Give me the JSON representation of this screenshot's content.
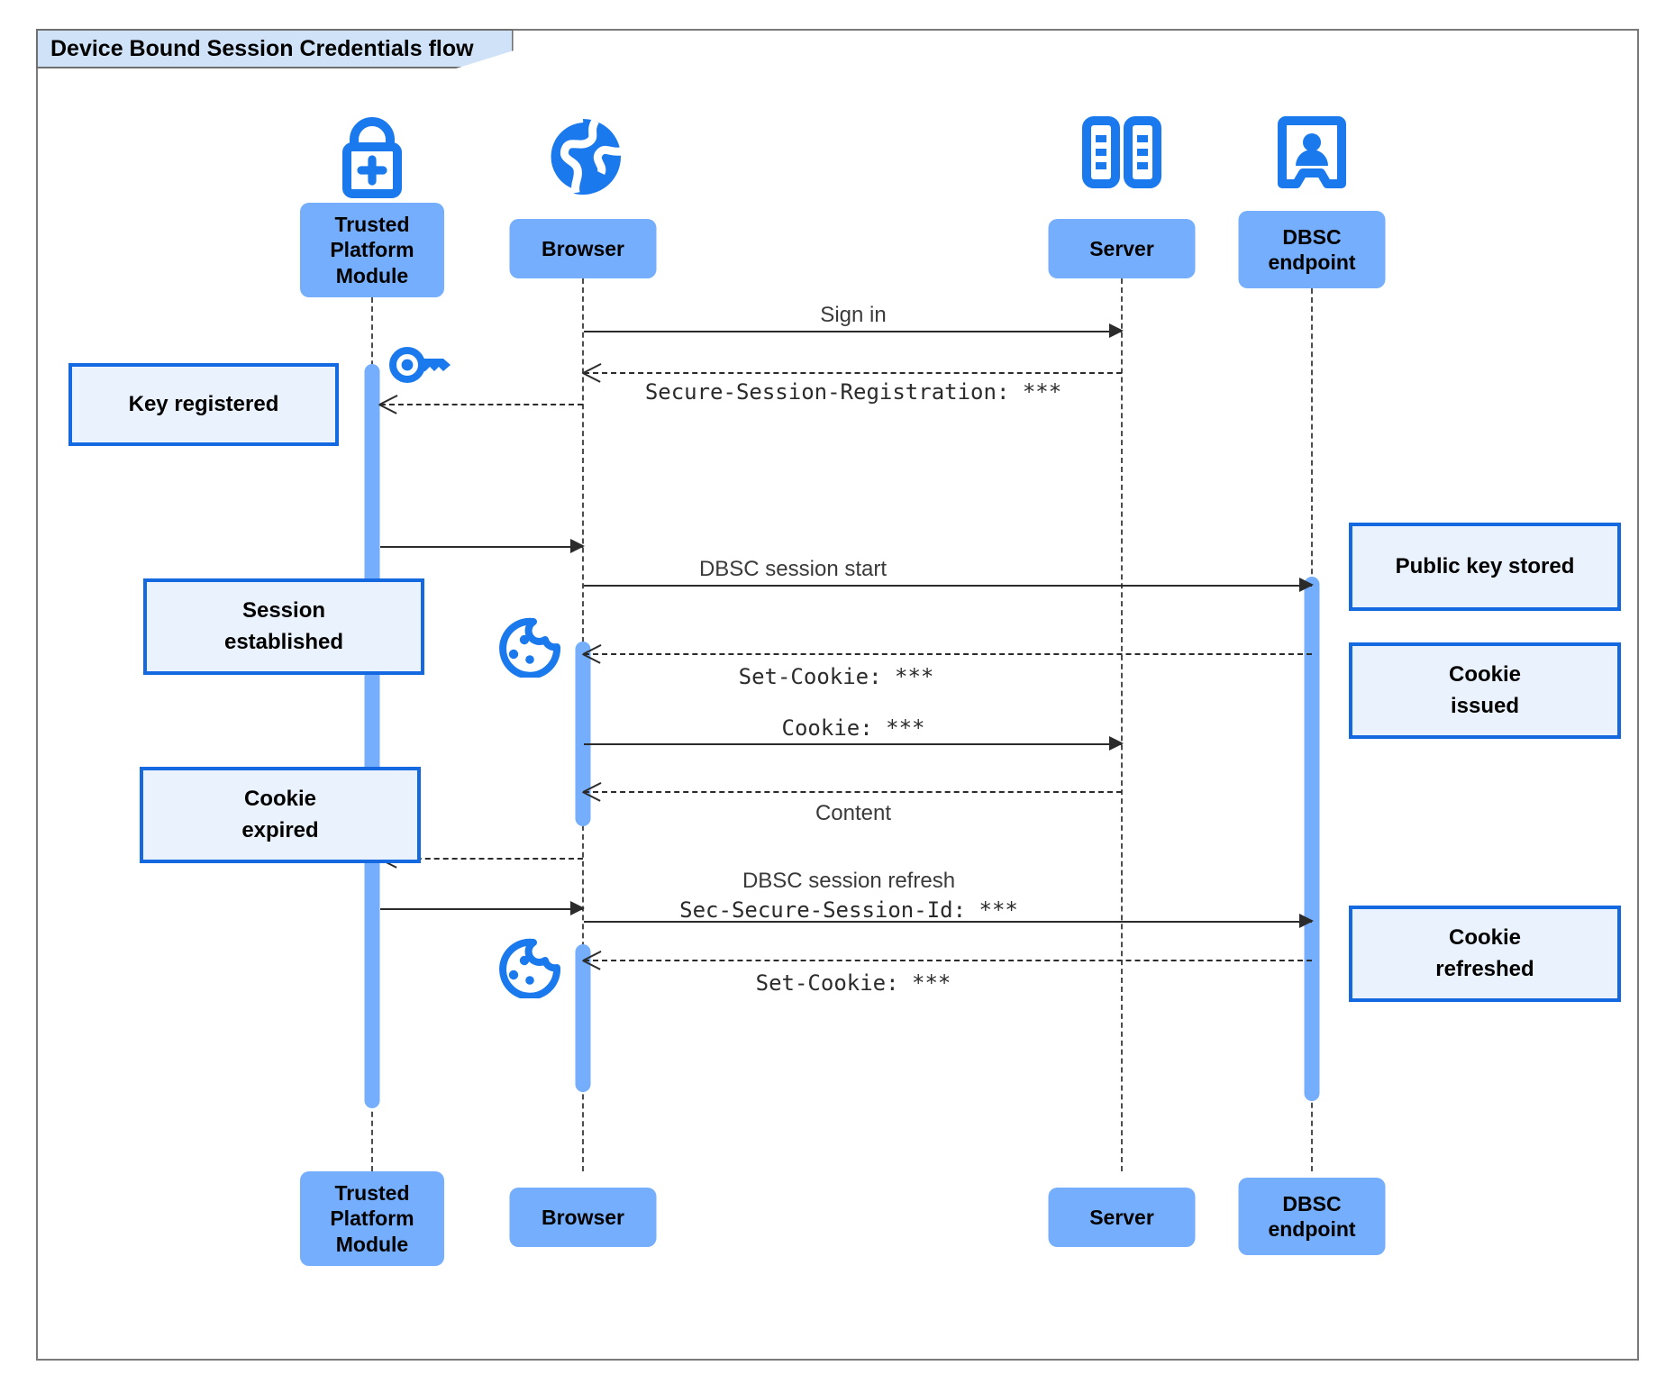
{
  "diagram": {
    "title": "Device Bound Session Credentials flow",
    "type": "sequence-diagram",
    "accent_color": "#1569e0",
    "actor_fill": "#74aefc",
    "note_fill": "#eaf2fd",
    "note_border": "#1569e0"
  },
  "actors": [
    {
      "id": "tpm",
      "label": "Trusted\nPlatform\nModule",
      "icon": "lock-plus-icon"
    },
    {
      "id": "browser",
      "label": "Browser",
      "icon": "globe-icon"
    },
    {
      "id": "server",
      "label": "Server",
      "icon": "server-rack-icon"
    },
    {
      "id": "dbsc",
      "label": "DBSC\nendpoint",
      "icon": "id-badge-icon"
    }
  ],
  "messages": [
    {
      "id": "m1",
      "from": "browser",
      "to": "server",
      "style": "solid",
      "font": "sans",
      "label": "Sign in"
    },
    {
      "id": "m2",
      "from": "server",
      "to": "browser",
      "style": "dashed",
      "font": "mono",
      "label": "Secure-Session-Registration: ***"
    },
    {
      "id": "m3",
      "from": "browser",
      "to": "tpm",
      "style": "dashed",
      "font": "none",
      "label": ""
    },
    {
      "id": "m4",
      "from": "tpm",
      "to": "browser",
      "style": "solid",
      "font": "none",
      "label": ""
    },
    {
      "id": "m5",
      "from": "browser",
      "to": "dbsc",
      "style": "solid",
      "font": "sans",
      "label": "DBSC session start"
    },
    {
      "id": "m6",
      "from": "dbsc",
      "to": "browser",
      "style": "dashed",
      "font": "mono",
      "label": "Set-Cookie: ***"
    },
    {
      "id": "m7",
      "from": "browser",
      "to": "server",
      "style": "solid",
      "font": "mono",
      "label": "Cookie: ***"
    },
    {
      "id": "m8",
      "from": "server",
      "to": "browser",
      "style": "dashed",
      "font": "sans",
      "label": "Content"
    },
    {
      "id": "m9",
      "from": "browser",
      "to": "tpm",
      "style": "dashed",
      "font": "none",
      "label": ""
    },
    {
      "id": "m10",
      "from": "tpm",
      "to": "browser",
      "style": "solid",
      "font": "none",
      "label": ""
    },
    {
      "id": "m11",
      "from": "browser",
      "to": "dbsc",
      "style": "solid",
      "font": "mixed",
      "label": "DBSC session refresh",
      "label2": "Sec-Secure-Session-Id: ***"
    },
    {
      "id": "m12",
      "from": "dbsc",
      "to": "browser",
      "style": "dashed",
      "font": "mono",
      "label": "Set-Cookie: ***"
    }
  ],
  "notes_left": [
    {
      "id": "n1",
      "text": "Key registered"
    },
    {
      "id": "n2",
      "text": "Session\nestablished"
    },
    {
      "id": "n3",
      "text": "Cookie\nexpired"
    }
  ],
  "notes_right": [
    {
      "id": "n4",
      "text": "Public key stored"
    },
    {
      "id": "n5",
      "text": "Cookie\nissued"
    },
    {
      "id": "n6",
      "text": "Cookie\nrefreshed"
    }
  ],
  "inline_icons": [
    {
      "id": "i1",
      "name": "key-icon"
    },
    {
      "id": "i2",
      "name": "cookie-icon"
    },
    {
      "id": "i3",
      "name": "cookie-icon"
    }
  ]
}
